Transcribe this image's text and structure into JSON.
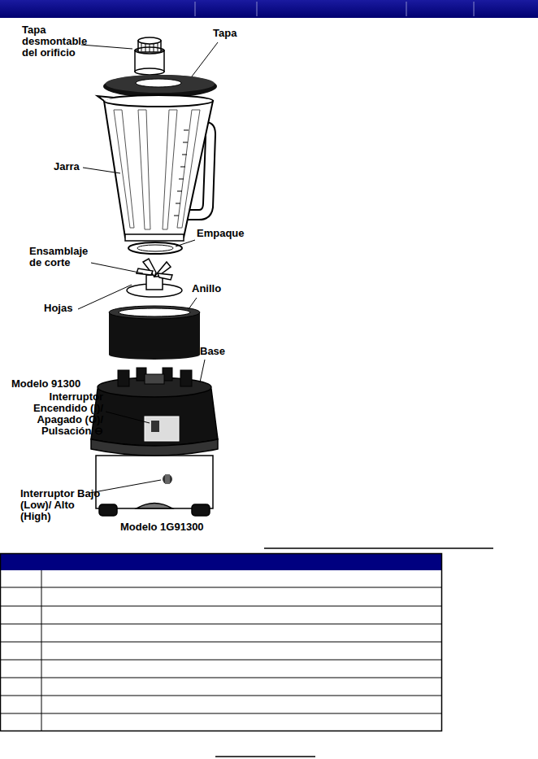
{
  "diagram": {
    "labels": [
      "Tapa desmontable del orificio",
      "Tapa",
      "Jarra",
      "Empaque",
      "Ensamblaje de corte",
      "Anillo",
      "Hojas",
      "Base",
      "Modelo 91300",
      "Interruptor Encendido (I)/ Apagado (O)/ Pulsación ⊖",
      "Interruptor Bajo (Low)/ Alto (High)",
      "Modelo 1G91300"
    ]
  }
}
